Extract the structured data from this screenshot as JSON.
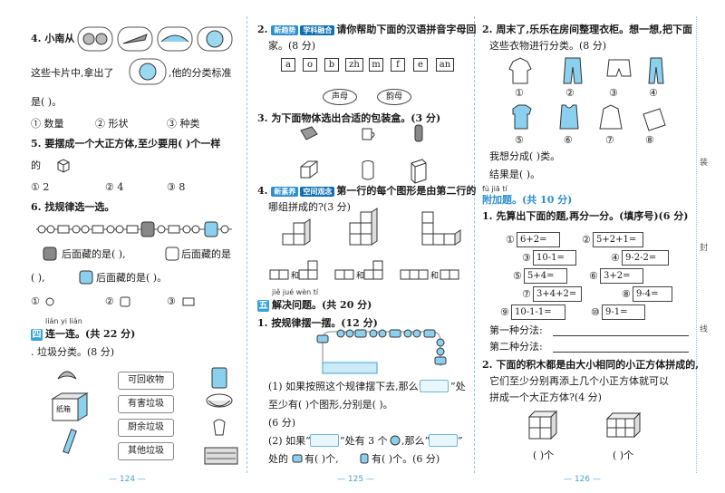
{
  "page124": {
    "q4_text1": "4. 小南从",
    "q4_text2": "这些卡片中,拿出了",
    "q4_text3": ",他的分类标准",
    "q4_text4": "是(      )。",
    "q4_options": [
      "① 数量",
      "② 形状",
      "③ 种类"
    ],
    "q5_text": "5. 要摆成一个大正方体,至少要用(      )个一样",
    "q5_text2": "的",
    "q5_options": [
      "① 2",
      "② 4",
      "③ 8"
    ],
    "q6_text": "6. 找规律选一选。",
    "q6_line1a": "后面藏的是(    ),",
    "q6_line1b": "后面藏的是",
    "q6_line2": "后面藏的是(    )。",
    "q6_options": [
      "①",
      "②",
      "③"
    ],
    "sec_pinyin": "lián yi lián",
    "sec_num": "四",
    "sec_title": "连一连。(共 22 分)",
    "q1_text": ". 垃圾分类。(8 分)",
    "waste_labels": [
      "可回收物",
      "有害垃圾",
      "厨余垃圾",
      "其他垃圾"
    ],
    "box_label": "纸箱",
    "page_num": "124"
  },
  "page125": {
    "q2_pill1": "新趋势",
    "q2_pill2": "学科融合",
    "q2_text": "请你帮助下面的汉语拼音字母回",
    "q2_text2": "家。(8 分)",
    "letters": [
      "a",
      "o",
      "b",
      "zh",
      "m",
      "f",
      "e",
      "an"
    ],
    "oval1": "声母",
    "oval2": "韵母",
    "q3_text": "3. 为下面物体选出合适的包装盒。(3 分)",
    "q4_pill1": "新素养",
    "q4_pill2": "空间观念",
    "q4_text": "第一行的每个图形是由第二行的",
    "q4_text2": "哪组拼成的?(3 分)",
    "and_word": "和",
    "sec_pinyin": "jiě jué wèn tí",
    "sec_num": "五",
    "sec_title": "解决问题。(共 20 分)",
    "q1_text": "1. 按规律摆一摆。(12 分)",
    "q1a_1": "(1) 如果按照这个规律摆下去,那么“",
    "q1a_2": "”处",
    "q1a_3": "至少有(      )个图形,分别是(           )。",
    "q1a_4": "(6 分)",
    "q1b_1": "(2) 如果“",
    "q1b_2": "”处有 3 个",
    "q1b_3": ",那么“",
    "q1b_4": "”",
    "q1b_5": "处的",
    "q1b_6": "有(      )个,",
    "q1b_7": "有(      )个。(6 分)",
    "page_num": "125"
  },
  "page126": {
    "q2_text": "2. 周末了,乐乐在房间整理衣柜。想一想,把下面",
    "q2_text2": "这些衣物进行分类。(8 分)",
    "labels_row1": [
      "①",
      "②",
      "③",
      "④"
    ],
    "labels_row2": [
      "⑤",
      "⑥",
      "⑦",
      "⑧"
    ],
    "q2_ans1": "我想分成(      )类。",
    "q2_ans2": "结果是(                              )。",
    "fj_pinyin": "fù  jiā  tí",
    "fj_title": "附加题。(共 10 分)",
    "fq1_text": "1. 先算出下面的题,再分一分。(填序号)(6 分)",
    "eq_items": [
      {
        "n": "①",
        "e": "6+2="
      },
      {
        "n": "②",
        "e": "5+2+1="
      },
      {
        "n": "③",
        "e": "10-1="
      },
      {
        "n": "④",
        "e": "9-2-2="
      },
      {
        "n": "⑤",
        "e": "5+4="
      },
      {
        "n": "⑥",
        "e": "3+2="
      },
      {
        "n": "⑦",
        "e": "3+4+2="
      },
      {
        "n": "⑧",
        "e": "9-4="
      },
      {
        "n": "⑨",
        "e": "10-1-1="
      },
      {
        "n": "⑩",
        "e": "9-1="
      }
    ],
    "method1": "第一种分法:",
    "method2": "第二种分法:",
    "fq2_text": "2. 下面的积木都是由大小相同的小正方体拼成的,",
    "fq2_text2": "它们至少分别再添上几个小正方体就可以",
    "fq2_text3": "拼成一个大正方体?(4 分)",
    "unit": "(   )个",
    "page_num": "126"
  },
  "side_chars": [
    "装",
    "封",
    "线"
  ],
  "colors": {
    "accent": "#36a4d9",
    "light": "#cdeaf6",
    "gray": "#7a7a7a"
  }
}
